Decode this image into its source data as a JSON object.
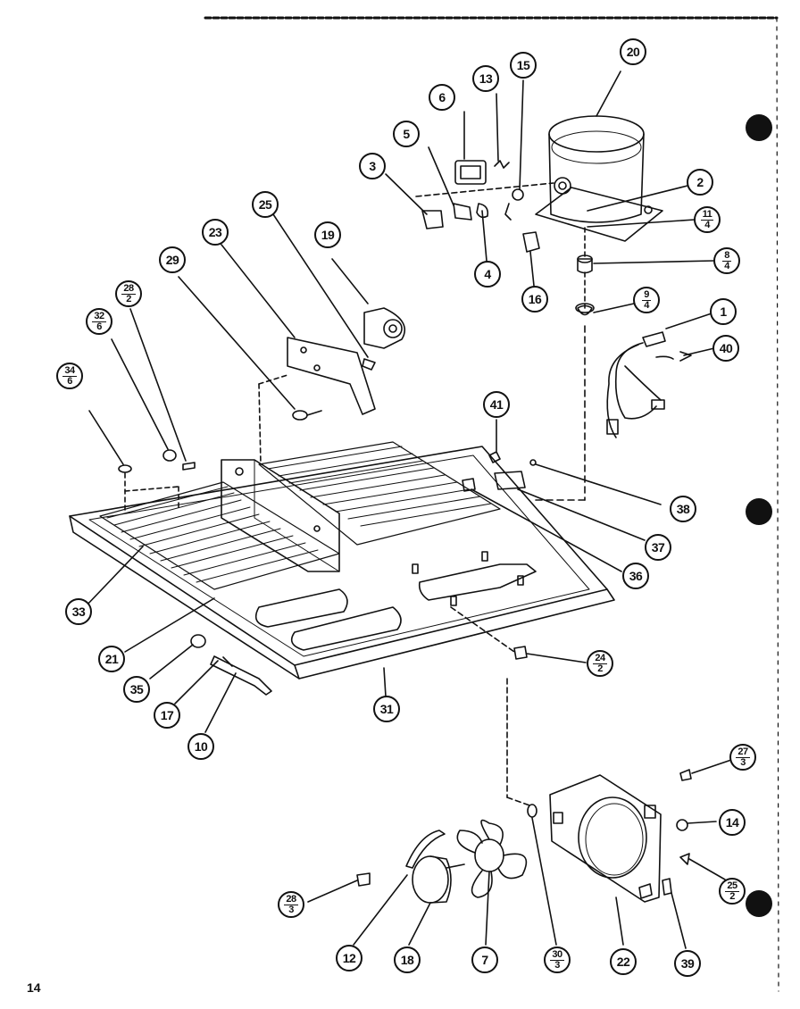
{
  "page_number": "14",
  "callouts": [
    {
      "id": "c20",
      "num": "20"
    },
    {
      "id": "c15",
      "num": "15"
    },
    {
      "id": "c13",
      "num": "13"
    },
    {
      "id": "c6",
      "num": "6"
    },
    {
      "id": "c5",
      "num": "5"
    },
    {
      "id": "c3",
      "num": "3"
    },
    {
      "id": "c2",
      "num": "2"
    },
    {
      "id": "c11",
      "num": "11",
      "den": "4"
    },
    {
      "id": "c4",
      "num": "4"
    },
    {
      "id": "c16",
      "num": "16"
    },
    {
      "id": "c8",
      "num": "8",
      "den": "4"
    },
    {
      "id": "c9",
      "num": "9",
      "den": "4"
    },
    {
      "id": "c1",
      "num": "1"
    },
    {
      "id": "c40",
      "num": "40"
    },
    {
      "id": "c25a",
      "num": "25"
    },
    {
      "id": "c23",
      "num": "23"
    },
    {
      "id": "c19",
      "num": "19"
    },
    {
      "id": "c29",
      "num": "29"
    },
    {
      "id": "c28a",
      "num": "28",
      "den": "2"
    },
    {
      "id": "c32",
      "num": "32",
      "den": "6"
    },
    {
      "id": "c34",
      "num": "34",
      "den": "6"
    },
    {
      "id": "c41",
      "num": "41"
    },
    {
      "id": "c38",
      "num": "38"
    },
    {
      "id": "c37",
      "num": "37"
    },
    {
      "id": "c36",
      "num": "36"
    },
    {
      "id": "c33",
      "num": "33"
    },
    {
      "id": "c21",
      "num": "21"
    },
    {
      "id": "c24",
      "num": "24",
      "den": "2"
    },
    {
      "id": "c35",
      "num": "35"
    },
    {
      "id": "c17",
      "num": "17"
    },
    {
      "id": "c10",
      "num": "10"
    },
    {
      "id": "c31",
      "num": "31"
    },
    {
      "id": "c27",
      "num": "27",
      "den": "3"
    },
    {
      "id": "c14",
      "num": "14"
    },
    {
      "id": "c25b",
      "num": "25",
      "den": "2"
    },
    {
      "id": "c28b",
      "num": "28",
      "den": "3"
    },
    {
      "id": "c12",
      "num": "12"
    },
    {
      "id": "c18",
      "num": "18"
    },
    {
      "id": "c7",
      "num": "7"
    },
    {
      "id": "c30",
      "num": "30",
      "den": "3"
    },
    {
      "id": "c22",
      "num": "22"
    },
    {
      "id": "c39",
      "num": "39"
    }
  ]
}
